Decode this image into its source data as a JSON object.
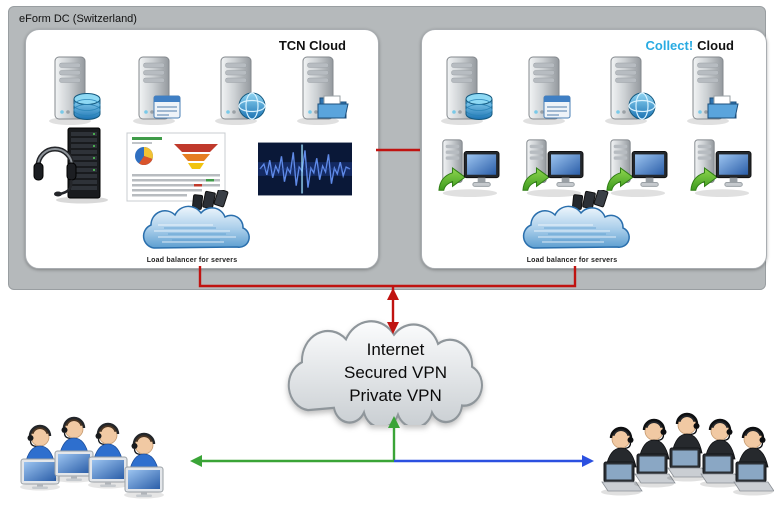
{
  "dc": {
    "label": "eForm DC (Switzerland)"
  },
  "tcn_box": {
    "title": "TCN Cloud",
    "load_balancer_label": "Load balancer for servers"
  },
  "collect_box": {
    "brand": "Collect!",
    "suffix": "Cloud",
    "load_balancer_label": "Load balancer for servers"
  },
  "internet_cloud": {
    "lines": [
      "Internet",
      "Secured VPN",
      "Private VPN"
    ]
  },
  "colors": {
    "dc_background": "#b5b9bb",
    "brand_blue": "#29abe2",
    "connector_red": "#c01310",
    "connector_green": "#3aa437",
    "connector_blue": "#2b50e0"
  }
}
